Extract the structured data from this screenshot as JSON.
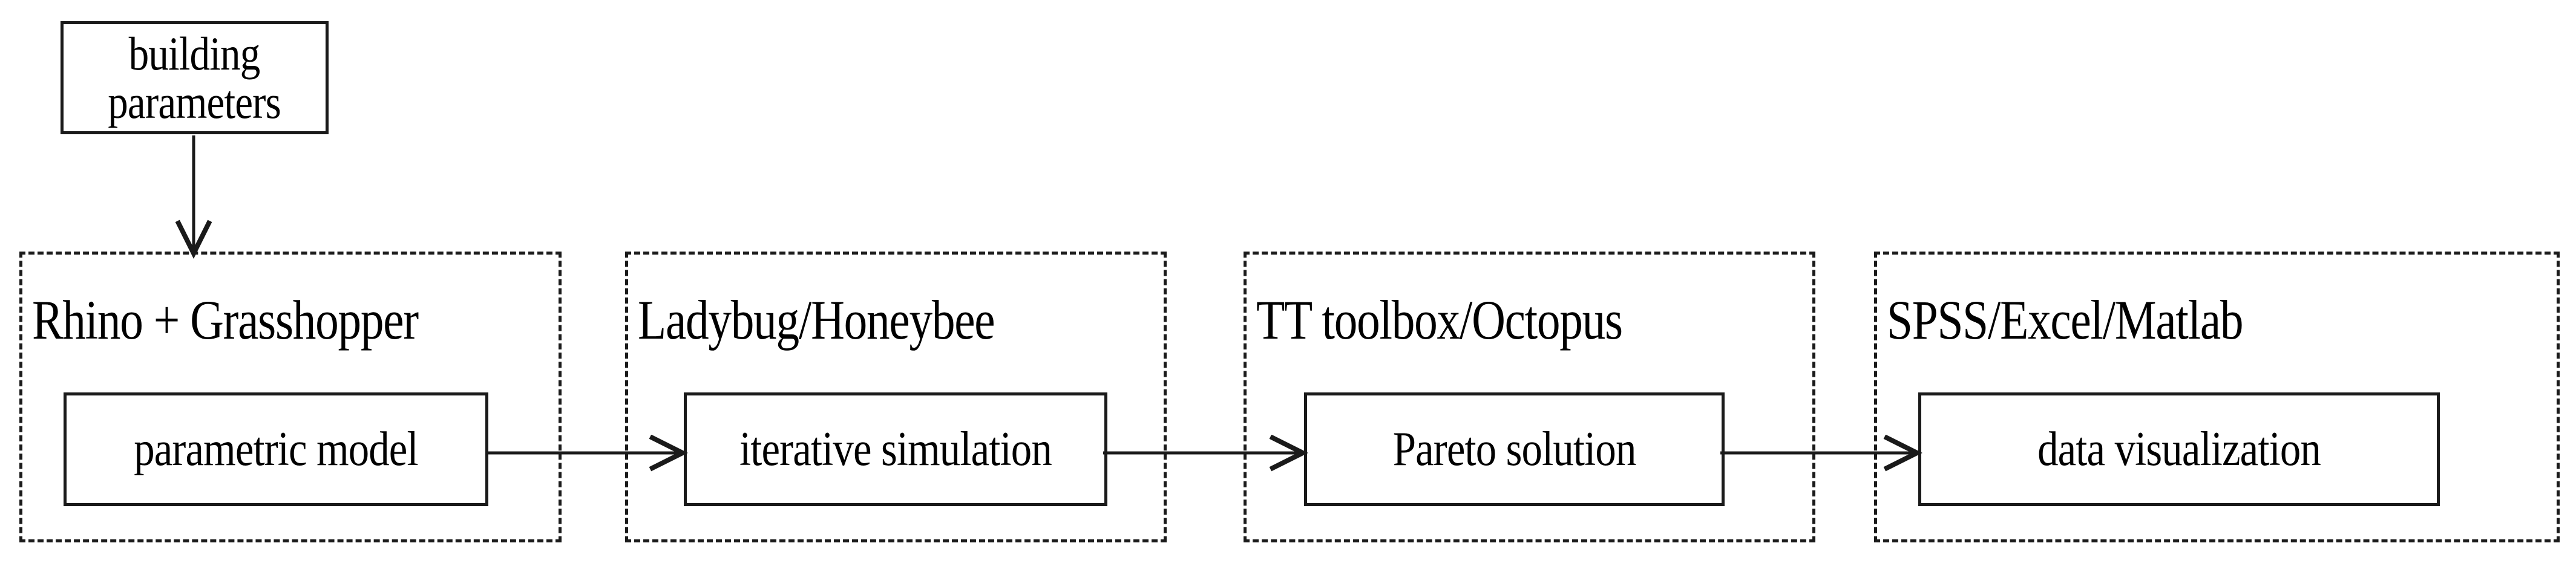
{
  "diagram": {
    "type": "workflow-flowchart",
    "orientation": "left-to-right",
    "background_color": "#ffffff",
    "line_color": "#1a1a1a",
    "source_node": {
      "label": "building parameters",
      "lines": [
        "building",
        "parameters"
      ],
      "border_style": "solid"
    },
    "stages": [
      {
        "id": "stage-1",
        "caption": "Rhino + Grasshopper",
        "border_style": "dashed",
        "process": {
          "label": "parametric model",
          "border_style": "solid"
        }
      },
      {
        "id": "stage-2",
        "caption": "Ladybug/Honeybee",
        "border_style": "dashed",
        "process": {
          "label": "iterative simulation",
          "border_style": "solid"
        }
      },
      {
        "id": "stage-3",
        "caption": "TT toolbox/Octopus",
        "border_style": "dashed",
        "process": {
          "label": "Pareto solution",
          "border_style": "solid"
        }
      },
      {
        "id": "stage-4",
        "caption": "SPSS/Excel/Matlab",
        "border_style": "dashed",
        "process": {
          "label": "data visualization",
          "border_style": "solid"
        }
      }
    ],
    "connectors": [
      {
        "id": "arrow-source-to-stage-1",
        "from": "building parameters",
        "to": "Rhino + Grasshopper",
        "direction": "down",
        "arrowhead": "open"
      },
      {
        "id": "arrow-parametric-model-to-iterative-simulation",
        "from": "parametric model",
        "to": "iterative simulation",
        "direction": "right",
        "arrowhead": "open"
      },
      {
        "id": "arrow-iterative-simulation-to-pareto-solution",
        "from": "iterative simulation",
        "to": "Pareto solution",
        "direction": "right",
        "arrowhead": "open"
      },
      {
        "id": "arrow-pareto-solution-to-data-visualization",
        "from": "Pareto solution",
        "to": "data visualization",
        "direction": "right",
        "arrowhead": "open"
      }
    ]
  }
}
